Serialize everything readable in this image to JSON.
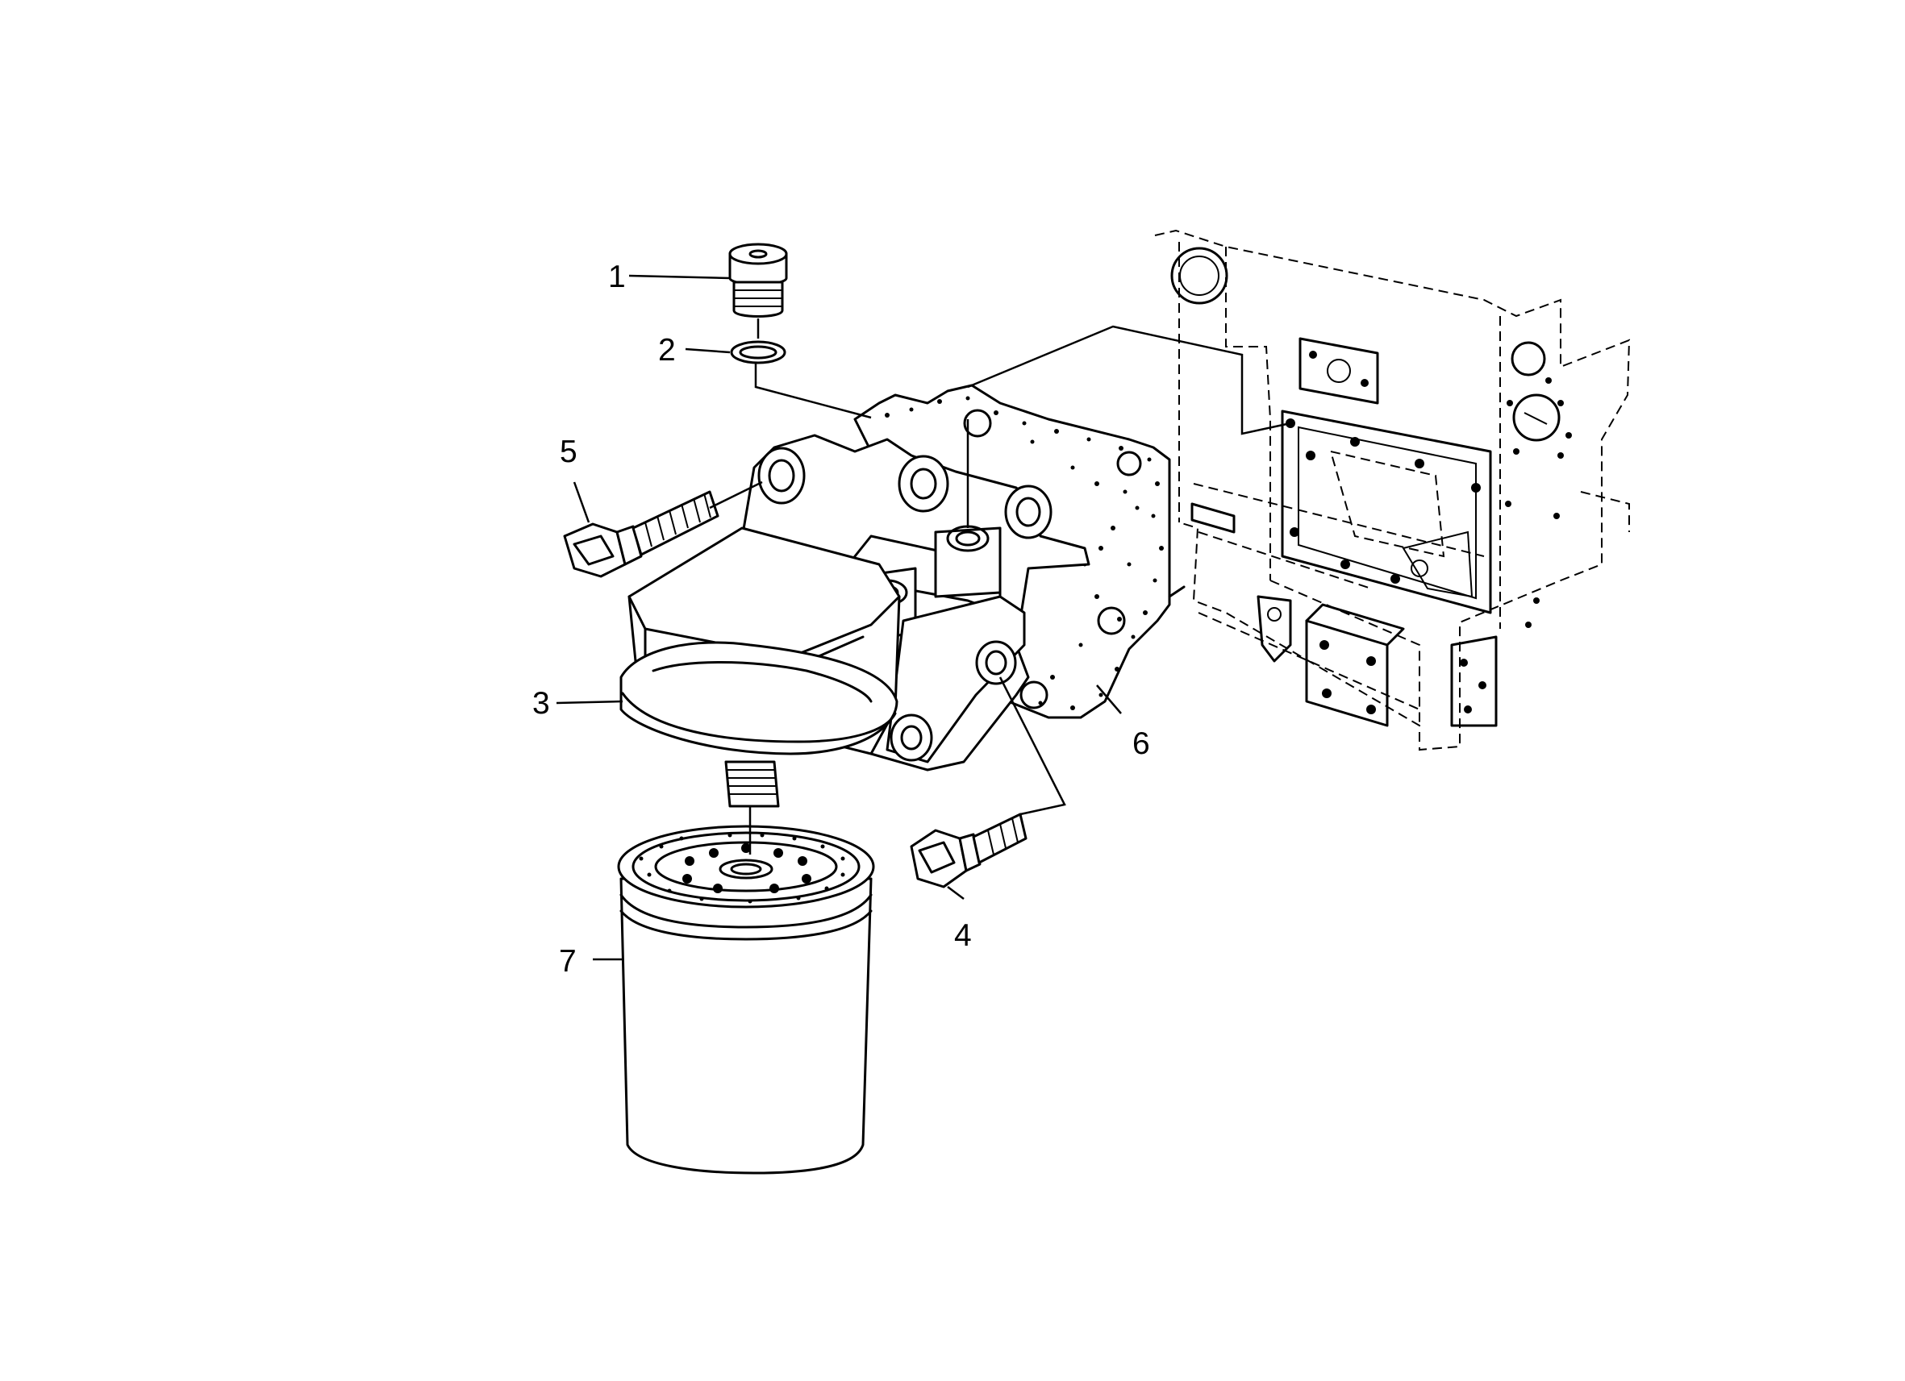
{
  "diagram": {
    "callouts": [
      {
        "id": "1",
        "label": "1",
        "part": "plug"
      },
      {
        "id": "2",
        "label": "2",
        "part": "sealing-ring"
      },
      {
        "id": "3",
        "label": "3",
        "part": "filter-housing"
      },
      {
        "id": "4",
        "label": "4",
        "part": "bolt"
      },
      {
        "id": "5",
        "label": "5",
        "part": "bolt"
      },
      {
        "id": "6",
        "label": "6",
        "part": "gasket"
      },
      {
        "id": "7",
        "label": "7",
        "part": "oil-filter"
      }
    ]
  }
}
